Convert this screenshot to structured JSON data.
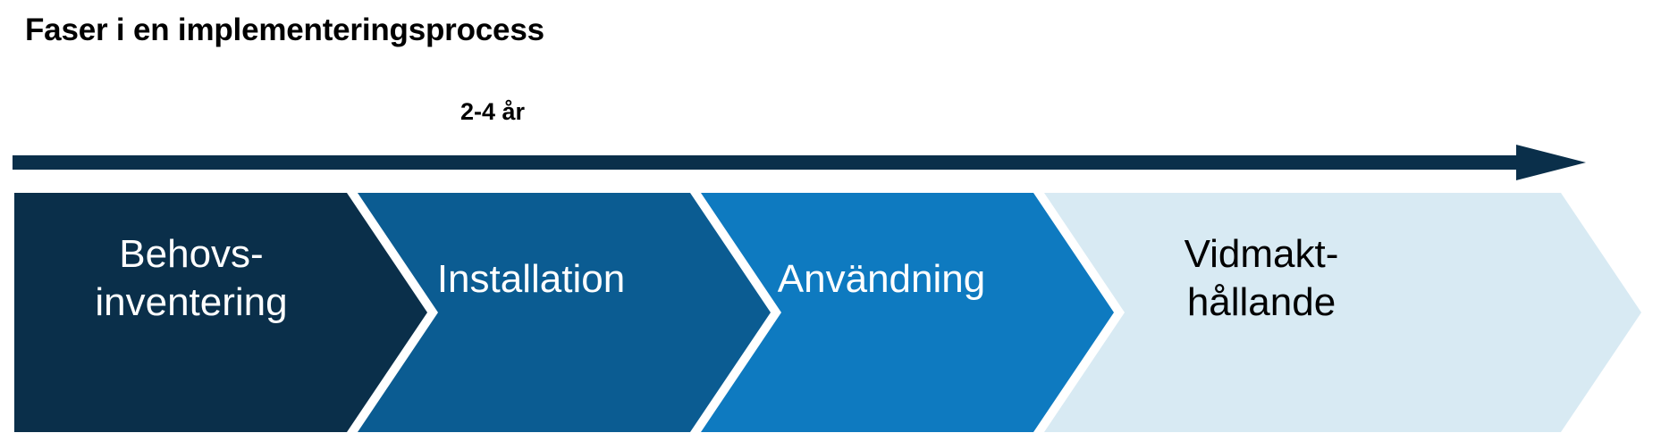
{
  "slide": {
    "title": "Faser i en implementeringsprocess",
    "background_color": "#FFFFFF"
  },
  "timeline": {
    "duration_label": "2-4 år",
    "arrow": {
      "name": "right-arrow",
      "color": "#0A2F4A",
      "direction": "right"
    }
  },
  "process": {
    "phases": [
      {
        "label": "Behovs-\ninventering",
        "fill_color": "#0A2F4A",
        "text_color": "#FFFFFF",
        "order": 1
      },
      {
        "label": "Installation",
        "fill_color": "#0B5C92",
        "text_color": "#FFFFFF",
        "order": 2
      },
      {
        "label": "Användning",
        "fill_color": "#0E7AC0",
        "text_color": "#FFFFFF",
        "order": 3
      },
      {
        "label": "Vidmakt-\nhållande",
        "fill_color": "#D8EAF3",
        "text_color": "#000000",
        "order": 4
      }
    ]
  }
}
